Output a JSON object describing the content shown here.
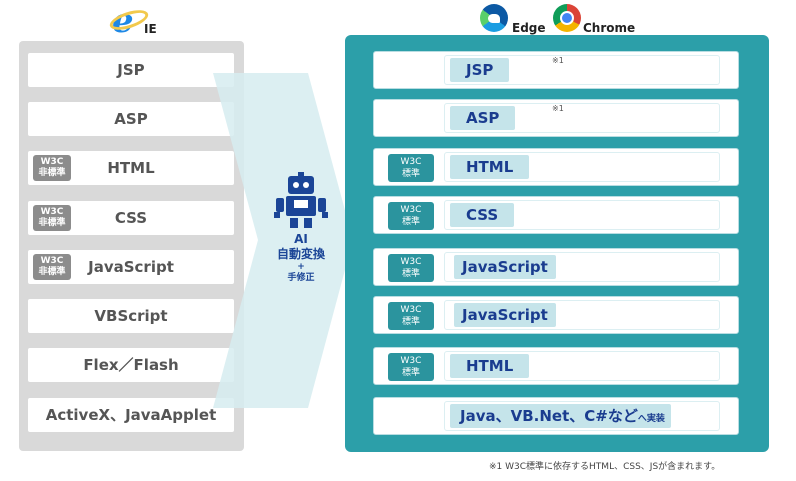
{
  "browsers": {
    "ie_label": "IE",
    "edge_label": "Edge",
    "chrome_label": "Chrome"
  },
  "left_panel": {
    "items": [
      {
        "label": "JSP",
        "badge": ""
      },
      {
        "label": "ASP",
        "badge": ""
      },
      {
        "label": "HTML",
        "badge": [
          "W3C",
          "非標準"
        ]
      },
      {
        "label": "CSS",
        "badge": [
          "W3C",
          "非標準"
        ]
      },
      {
        "label": "JavaScript",
        "badge": [
          "W3C",
          "非標準"
        ]
      },
      {
        "label": "VBScript",
        "badge": ""
      },
      {
        "label": "Flex／Flash",
        "badge": ""
      },
      {
        "label": "ActiveX、JavaApplet",
        "badge": ""
      }
    ]
  },
  "conversion": {
    "line1": "AI",
    "line2": "自動変換",
    "line3": "+",
    "line4": "手修正"
  },
  "right_panel": {
    "items": [
      {
        "label": "JSP",
        "badge": "",
        "note": "※1"
      },
      {
        "label": "ASP",
        "badge": "",
        "note": "※1"
      },
      {
        "label": "HTML",
        "badge": [
          "W3C",
          "標準"
        ],
        "note": ""
      },
      {
        "label": "CSS",
        "badge": [
          "W3C",
          "標準"
        ],
        "note": ""
      },
      {
        "label": "JavaScript",
        "badge": [
          "W3C",
          "標準"
        ],
        "note": ""
      },
      {
        "label": "JavaScript",
        "badge": [
          "W3C",
          "標準"
        ],
        "note": ""
      },
      {
        "label": "HTML",
        "badge": [
          "W3C",
          "標準"
        ],
        "note": ""
      },
      {
        "label": "Java、VB.Net、C#など",
        "suffix": "へ実装",
        "badge": "",
        "note": ""
      }
    ]
  },
  "footnote": "※1 W3C標準に依存するHTML、CSS、JSが含まれます。",
  "colors": {
    "right_panel": "#2c9fa9",
    "chip": "#c5e4ea",
    "chip_text": "#1a3c8f",
    "nonstandard_badge": "#8c8c8c",
    "standard_badge": "#2b949e",
    "arrow_band": "#d6ecf0"
  },
  "icons": [
    "ie-logo-icon",
    "edge-logo-icon",
    "chrome-logo-icon",
    "robot-icon"
  ]
}
